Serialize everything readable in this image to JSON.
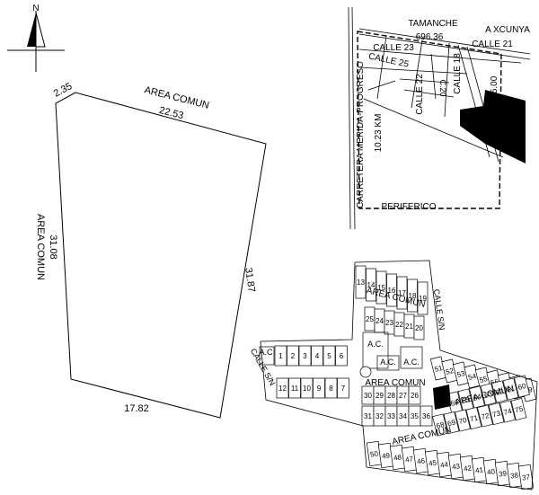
{
  "north": {
    "label": "N"
  },
  "parcel": {
    "dims": {
      "top_left": "2.35",
      "top": "22.53",
      "left": "31.08",
      "right": "31.87",
      "bottom": "17.82"
    },
    "labels": {
      "top_area": "AREA COMUN",
      "left_area": "AREA COMUN"
    }
  },
  "location_map": {
    "town": "TAMANCHE",
    "to_town": "A XCUNYA",
    "dist_top": "696.36",
    "dist_right": "365.00",
    "road_main": "CARRETERA MERIDA-PROGRESO",
    "road_km": "10.23 KM",
    "periferico": "PERIFERICO",
    "streets": {
      "calle23": "CALLE 23",
      "calle21": "CALLE 21",
      "calle25": "CALLE 25",
      "calle22": "CALLE 22",
      "calle20": "C.20",
      "calle18": "CALLE 18"
    }
  },
  "subdivision": {
    "area_comun": "AREA COMUN",
    "ac": "A.C.",
    "ac_short": "A.C",
    "calle_sn": "CALLE S/N",
    "lots_top_left": [
      "13",
      "14",
      "15",
      "16",
      "17",
      "18",
      "19"
    ],
    "lots_upper": [
      "25",
      "24",
      "23",
      "22",
      "21",
      "20"
    ],
    "lots_row_top": [
      "1",
      "2",
      "3",
      "4",
      "5",
      "6"
    ],
    "lots_row_bottom": [
      "12",
      "11",
      "10",
      "9",
      "8",
      "7"
    ],
    "lots_mid_upper": [
      "30",
      "29",
      "28",
      "27",
      "26"
    ],
    "lots_mid_lower": [
      "31",
      "32",
      "33",
      "34",
      "35",
      "36"
    ],
    "lots_right_top": [
      "51",
      "52",
      "53",
      "54",
      "55",
      "56",
      "57",
      "58",
      "59"
    ],
    "lots_right_mid": [
      "66",
      "65",
      "64",
      "63",
      "62",
      "61",
      "60"
    ],
    "lots_right_low": [
      "68",
      "69",
      "70",
      "71",
      "72",
      "73",
      "74",
      "75"
    ],
    "lots_bottom": [
      "50",
      "49",
      "48",
      "47",
      "46",
      "45",
      "44",
      "43",
      "42",
      "41",
      "40",
      "39",
      "38",
      "37"
    ]
  }
}
